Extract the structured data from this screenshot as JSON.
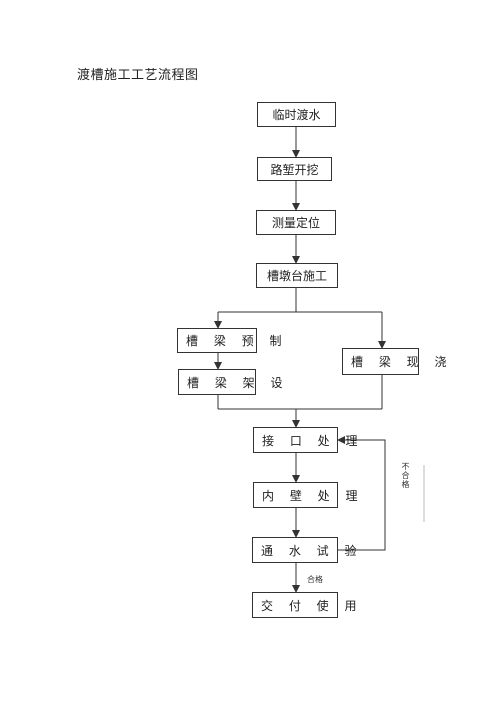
{
  "title": "渡槽施工工艺流程图",
  "steps": {
    "s1": "临时渡水",
    "s2": "路堑开挖",
    "s3": "测量定位",
    "s4": "槽墩台施工",
    "s5": "槽 梁 预 制",
    "s6": "槽 梁 架 设",
    "s7": "槽 梁 现 浇",
    "s8": "接 口 处 理",
    "s9": "内 壁 处 理",
    "s10": "通 水 试 验",
    "s11": "交 付 使 用"
  },
  "labels": {
    "fail": "不合格",
    "pass": "合格"
  }
}
